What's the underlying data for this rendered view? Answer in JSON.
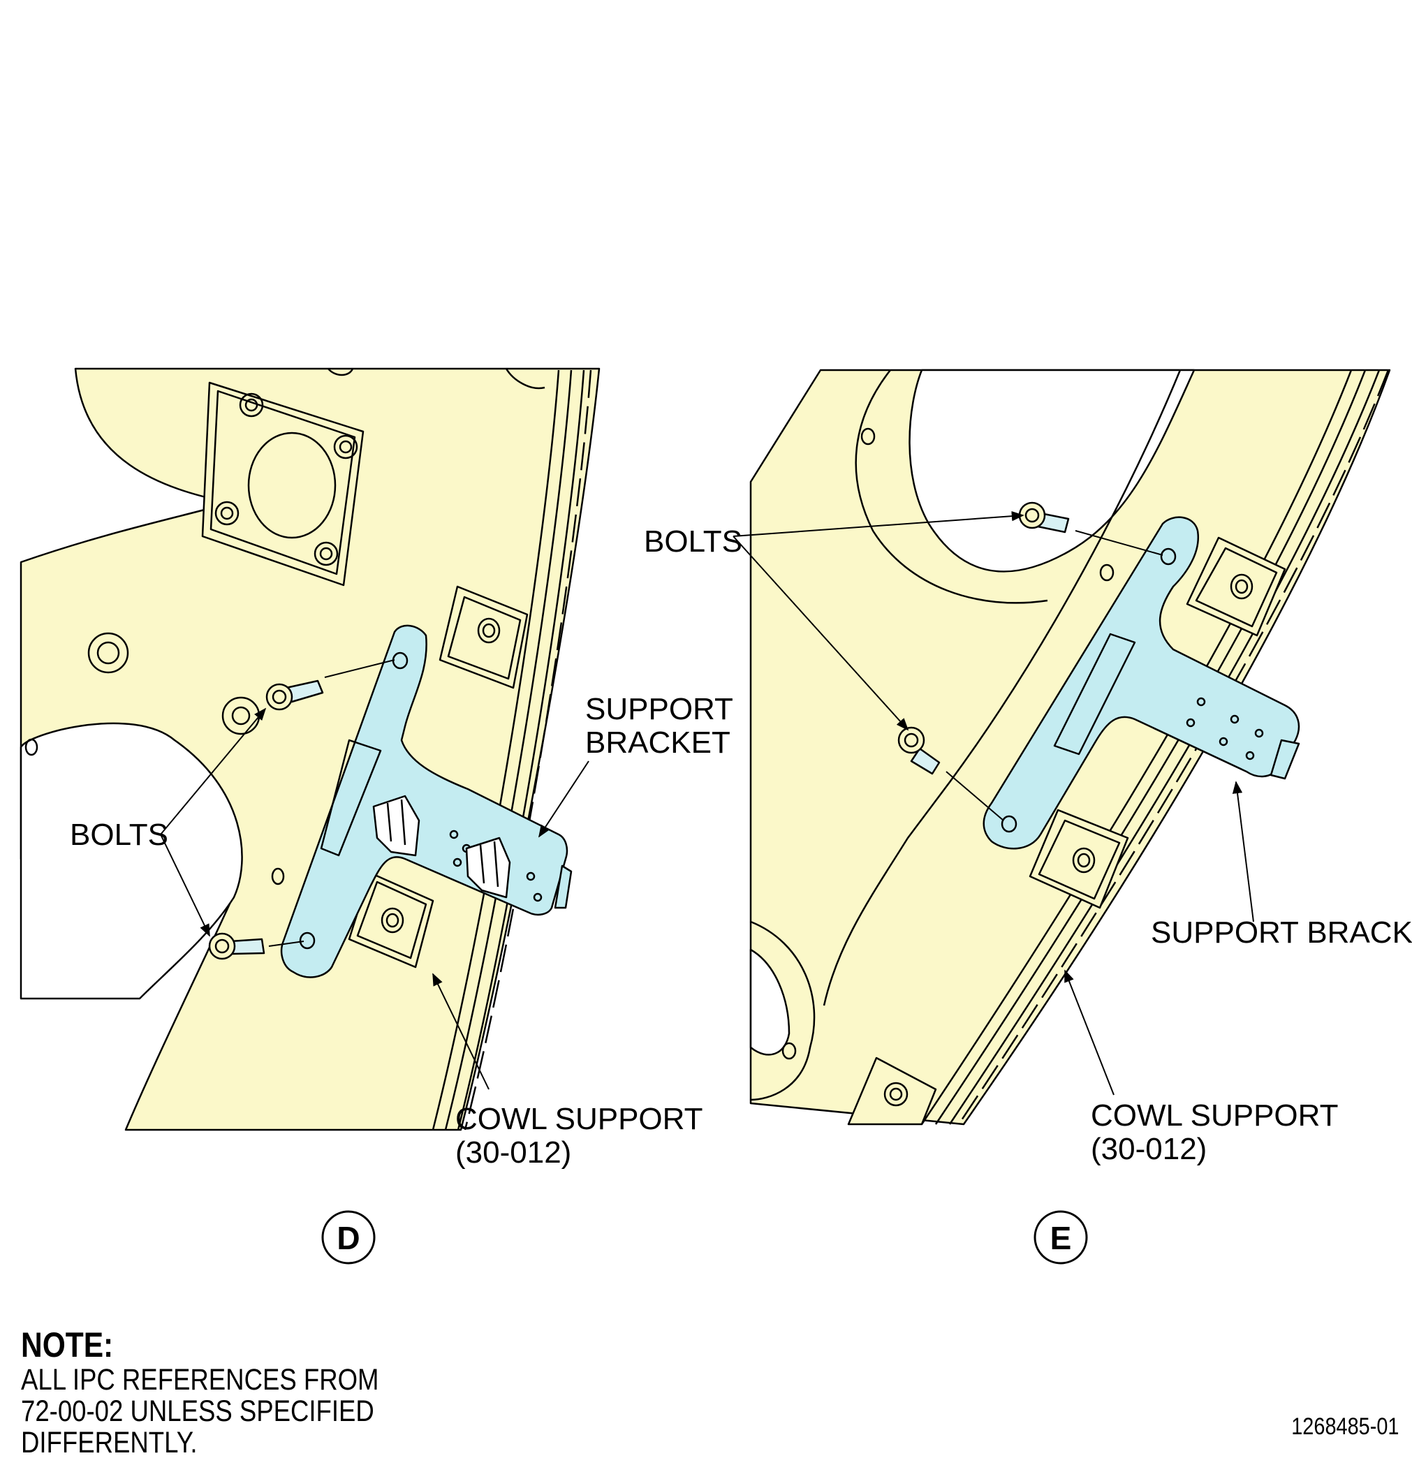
{
  "views": {
    "d": {
      "support_bracket_label": [
        "SUPPORT",
        "BRACKET"
      ],
      "bolts_label": "BOLTS",
      "cowl_support_label": [
        "COWL SUPPORT",
        "(30-012)"
      ],
      "view_letter": "D"
    },
    "e": {
      "bolts_label": "BOLTS",
      "support_bracket_label": "SUPPORT BRACKET",
      "cowl_support_label": [
        "COWL SUPPORT",
        "(30-012)"
      ],
      "view_letter": "E"
    }
  },
  "note": {
    "title": "NOTE:",
    "lines": [
      "ALL IPC REFERENCES FROM",
      "72-00-02 UNLESS SPECIFIED",
      "DIFFERENTLY."
    ]
  },
  "figure_number": "1268485-01",
  "colors": {
    "panel_fill": "#fbf8c9",
    "bracket_fill": "#c4ecf1",
    "bolt_shank_fill": "#d8f1f4",
    "line": "#000000"
  }
}
